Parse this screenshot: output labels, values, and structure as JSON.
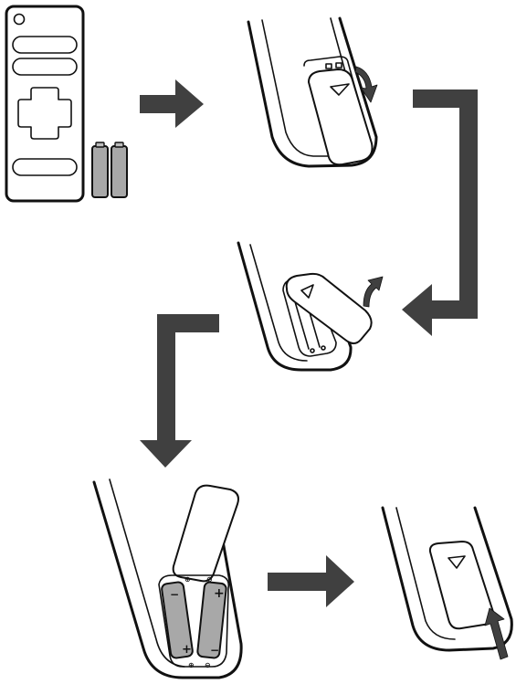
{
  "diagram": {
    "steps": [
      {
        "id": "remote-and-batteries"
      },
      {
        "id": "slide-cover"
      },
      {
        "id": "lift-cover"
      },
      {
        "id": "insert-batteries"
      },
      {
        "id": "replace-cover"
      }
    ],
    "battery_marks": {
      "plus": "+",
      "minus": "−",
      "small_plus": "⊕",
      "small_minus": "⊖"
    },
    "colors": {
      "arrow": "#404040",
      "outline": "#111111",
      "battery": "#a8a8a8",
      "background": "#ffffff"
    }
  }
}
